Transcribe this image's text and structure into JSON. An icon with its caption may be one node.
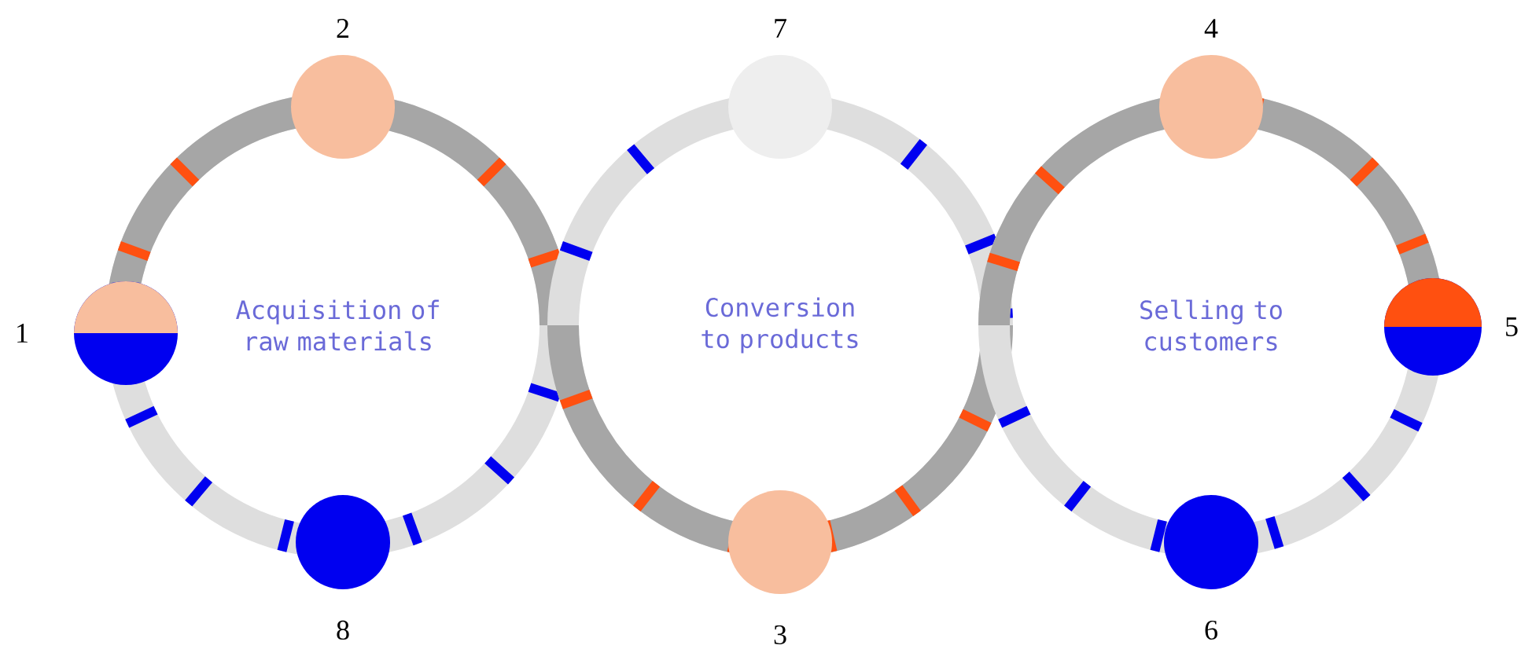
{
  "diagram": {
    "nodes": [
      {
        "text": [
          "Acquisition of raw materials"
        ]
      },
      {
        "text": [
          "Conversion to products"
        ]
      },
      {
        "text": [
          "Selling to customers"
        ]
      },
      {
        "text": [],
        "shape": "circle",
        "beside": [
          "2"
        ]
      },
      {
        "text": [],
        "shape": "circle",
        "beside": [
          "7"
        ]
      },
      {
        "text": [],
        "shape": "circle",
        "beside": [
          "4"
        ]
      },
      {
        "text": [],
        "shape": "circle",
        "beside": [
          "1"
        ]
      },
      {
        "text": [],
        "shape": "circle",
        "beside": [
          "5"
        ]
      },
      {
        "text": [],
        "shape": "circle",
        "beside": [
          "8"
        ]
      },
      {
        "text": [],
        "shape": "circle",
        "beside": [
          "3"
        ]
      },
      {
        "text": [],
        "shape": "circle",
        "beside": [
          "6"
        ]
      }
    ]
  }
}
